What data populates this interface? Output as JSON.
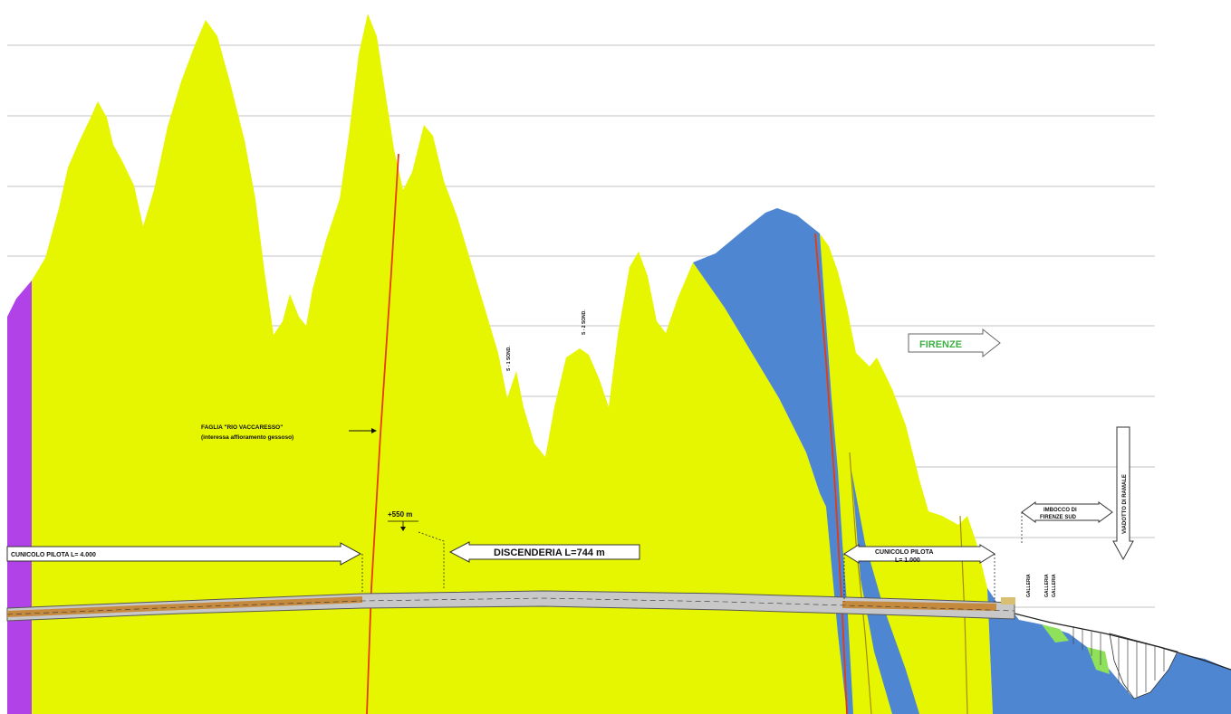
{
  "colors": {
    "background": "#ffffff",
    "gridline": "#c8c8c8",
    "rock_yellow": "#e6f500",
    "rock_blue": "#4f86d2",
    "rock_purple": "#b042e8",
    "fault_line": "#e63b0b",
    "tunnel_grey": "#c8c8c8",
    "tunnel_pilot": "#c58a3e",
    "soil_green": "#8fe05a",
    "firenze_green": "#3cb043"
  },
  "labels": {
    "faglia_line1": "FAGLIA \"RIO VACCARESSO\"",
    "faglia_line2": "(interessa affioramento gessoso)",
    "offset": "+550 m",
    "cunicolo_left": "CUNICOLO PILOTA L= 4.000",
    "discenderia": "DISCENDERIA L=744 m",
    "cunicolo_right_line1": "CUNICOLO PILOTA",
    "cunicolo_right_line2": "L= 1.000",
    "firenze": "FIRENZE",
    "sondaggio_1": "S - 1 SOND.",
    "sondaggio_2": "S - 2 SOND.",
    "imbocco_line1": "IMBOCCO DI",
    "imbocco_line2": "FIRENZE SUD",
    "viadotto": "VIADOTTO DI RAMALE",
    "galleria_1": "GALLERIA",
    "galleria_2": "GALLERIA",
    "galleria_3": "GALLERIA"
  }
}
